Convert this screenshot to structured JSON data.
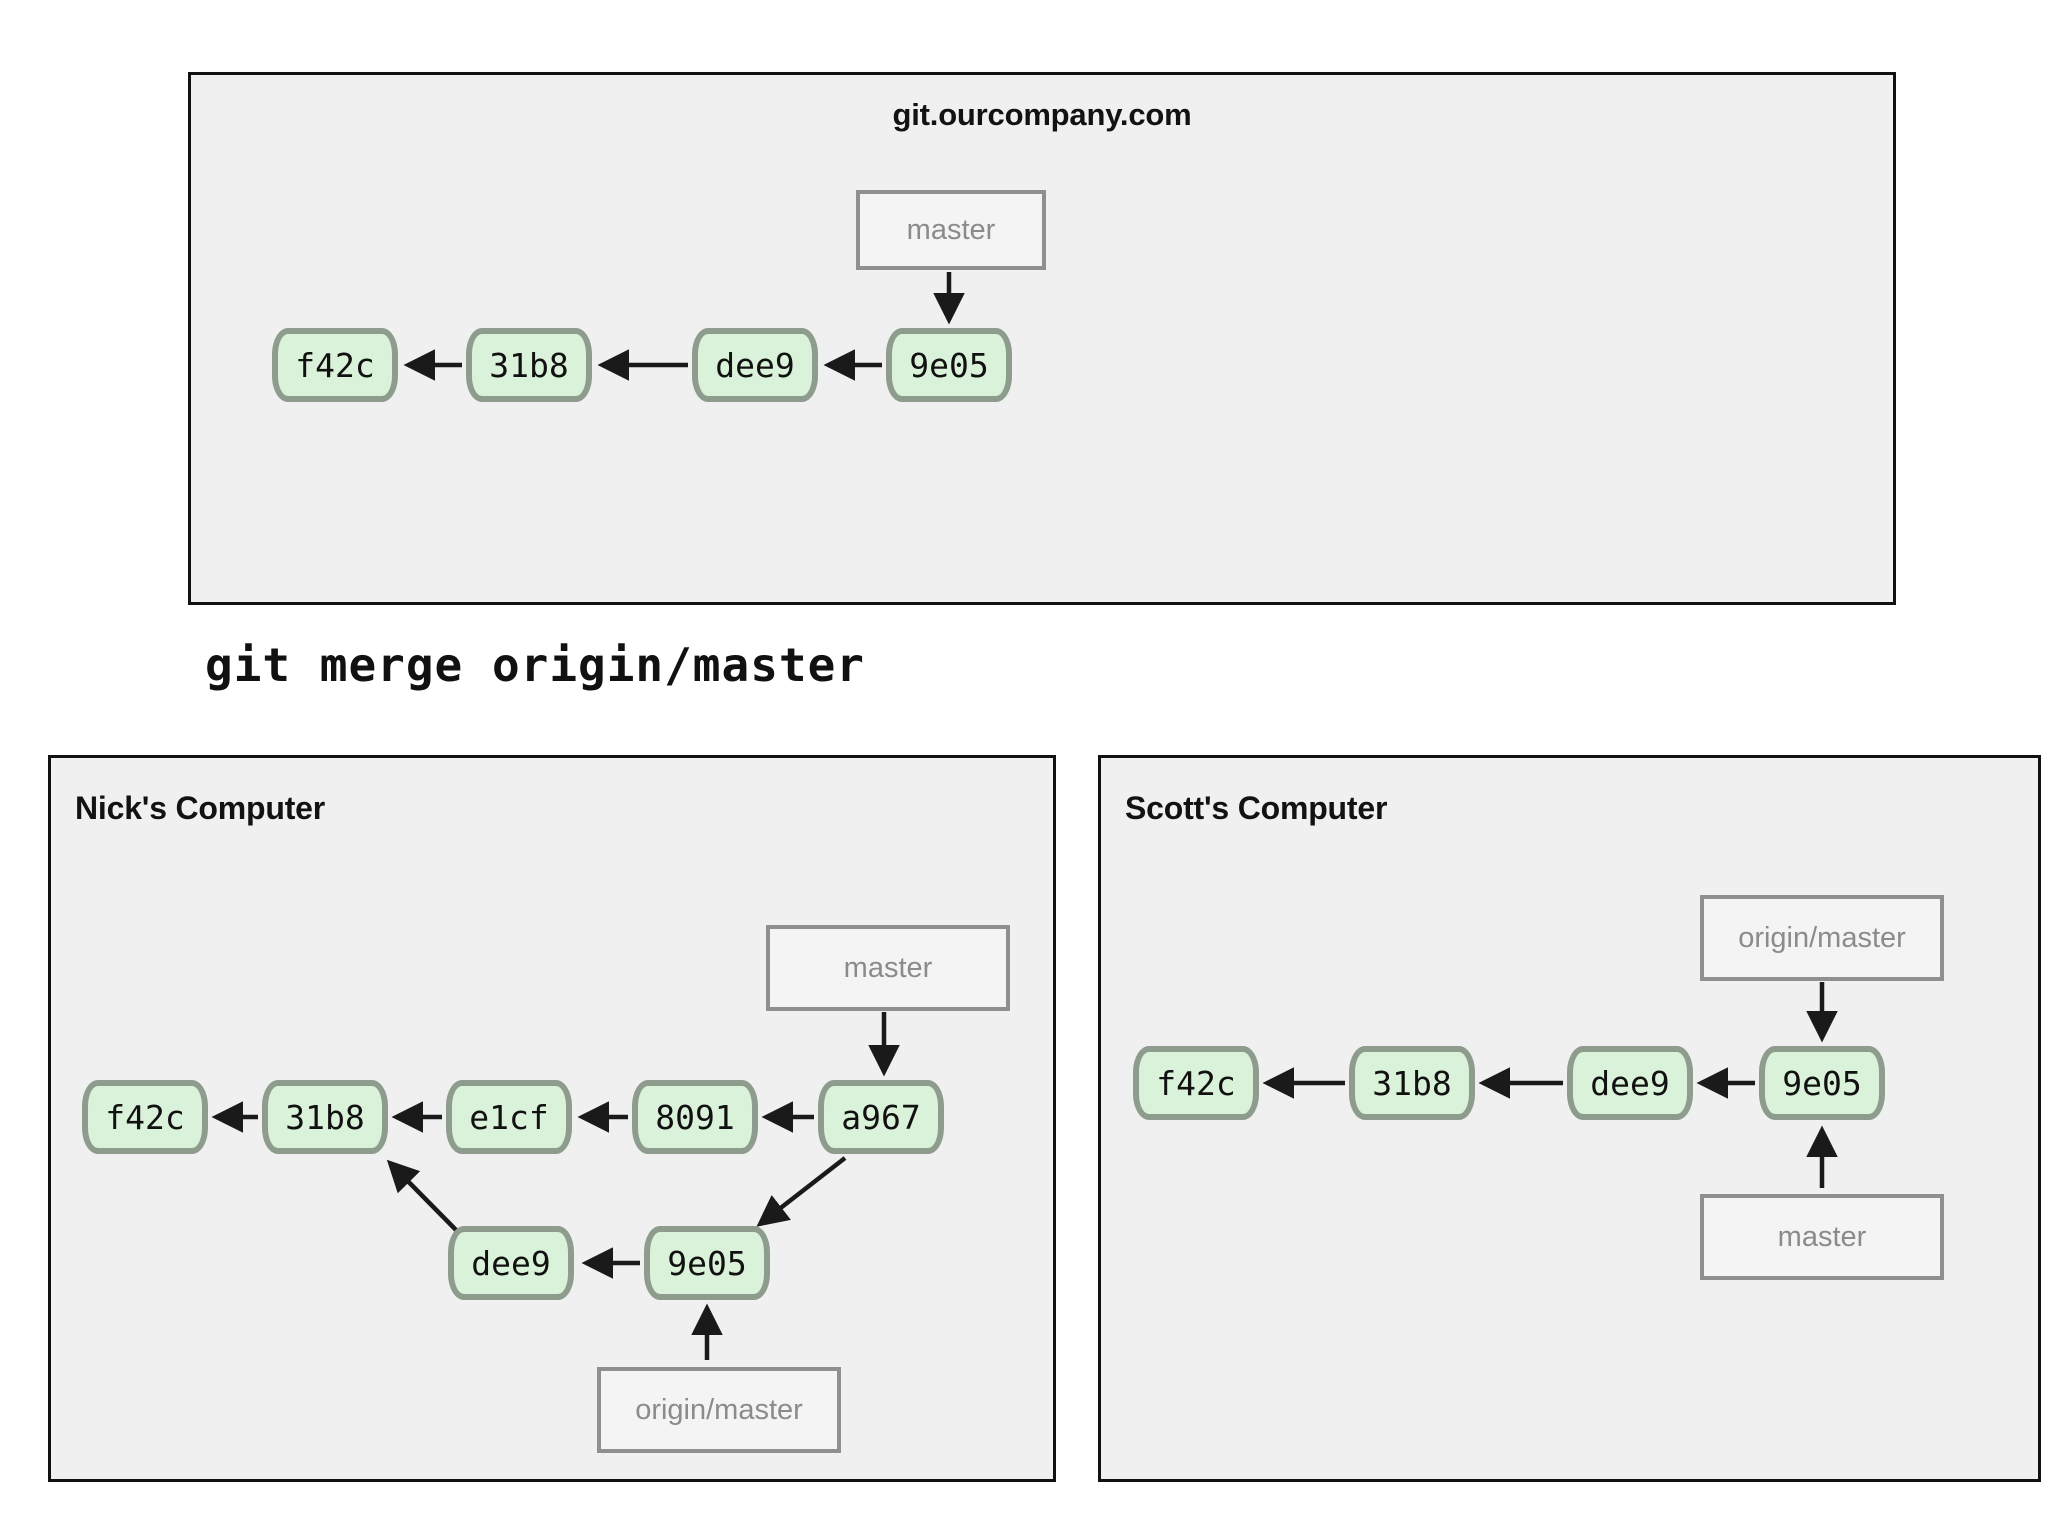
{
  "command": {
    "text": "git merge origin/master"
  },
  "panels": {
    "server": {
      "title": "git.ourcompany.com",
      "commits": [
        {
          "id": "f42c"
        },
        {
          "id": "31b8"
        },
        {
          "id": "dee9"
        },
        {
          "id": "9e05"
        }
      ],
      "labels": [
        {
          "name": "master",
          "points_to": "9e05",
          "direction": "down"
        }
      ]
    },
    "nick": {
      "title": "Nick's Computer",
      "commits": [
        {
          "id": "f42c"
        },
        {
          "id": "31b8"
        },
        {
          "id": "e1cf"
        },
        {
          "id": "8091"
        },
        {
          "id": "a967"
        },
        {
          "id": "dee9"
        },
        {
          "id": "9e05"
        }
      ],
      "labels": [
        {
          "name": "master",
          "points_to": "a967",
          "direction": "down"
        },
        {
          "name": "origin/master",
          "points_to": "9e05",
          "direction": "up"
        }
      ]
    },
    "scott": {
      "title": "Scott's Computer",
      "commits": [
        {
          "id": "f42c"
        },
        {
          "id": "31b8"
        },
        {
          "id": "dee9"
        },
        {
          "id": "9e05"
        }
      ],
      "labels": [
        {
          "name": "origin/master",
          "points_to": "9e05",
          "direction": "down"
        },
        {
          "name": "master",
          "points_to": "9e05",
          "direction": "up"
        }
      ]
    }
  },
  "colors": {
    "commit_fill": "#daf2da",
    "commit_border": "#8d9c8d",
    "panel_fill": "#f0f0f0",
    "panel_border": "#111111",
    "label_text": "#8b8b8b",
    "arrow": "#1a1a1a"
  }
}
